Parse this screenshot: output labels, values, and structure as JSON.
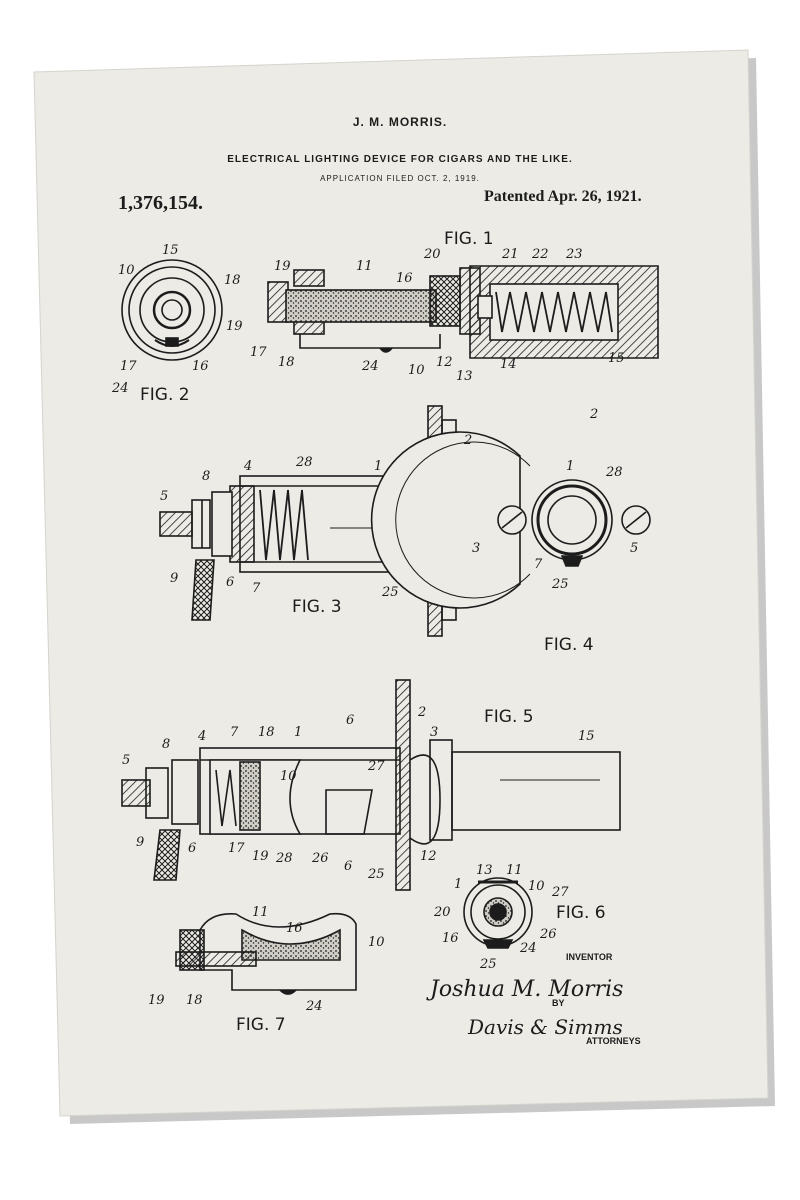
{
  "patent": {
    "inventor_header": "J. M. MORRIS.",
    "title": "ELECTRICAL LIGHTING DEVICE FOR CIGARS AND THE LIKE.",
    "filed": "APPLICATION FILED OCT. 2, 1919.",
    "number": "1,376,154.",
    "date": "Patented Apr. 26, 1921."
  },
  "figures": {
    "fig1": "FIG. 1",
    "fig2": "FIG. 2",
    "fig3": "FIG. 3",
    "fig4": "FIG. 4",
    "fig5": "FIG. 5",
    "fig6": "FIG. 6",
    "fig7": "FIG. 7"
  },
  "signature_block": {
    "inventor_label": "INVENTOR",
    "inventor_signature": "Joshua M. Morris",
    "by_label": "BY",
    "attorney_signature": "Davis & Simms",
    "attorneys_label": "ATTORNEYS"
  },
  "colors": {
    "paper": "#ecebe5",
    "ink": "#1c1c1c",
    "shadow": "#9a9a9a"
  }
}
